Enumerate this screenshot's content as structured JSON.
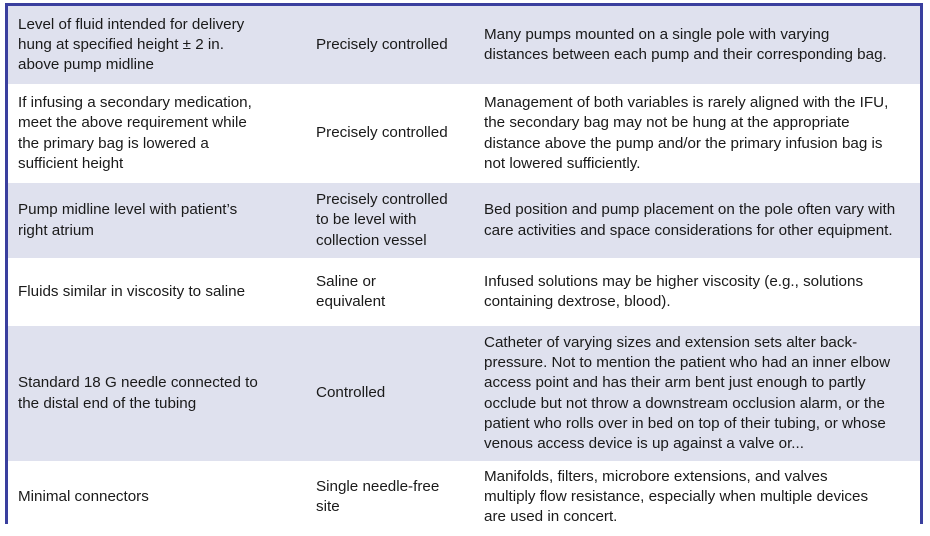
{
  "document": {
    "type": "comparison-table",
    "border_color": "#3a3f9e",
    "shaded_row_color": "#dfe1ee",
    "plain_row_color": "#ffffff",
    "text_color": "#1a1a1a"
  },
  "table": {
    "columns": [
      {
        "key": "requirement",
        "name": "requirement-column"
      },
      {
        "key": "control",
        "name": "control-column"
      },
      {
        "key": "reality",
        "name": "reality-column"
      }
    ],
    "rows": [
      {
        "shaded": true,
        "requirement": "Level of fluid intended for delivery\nhung at specified height ± 2 in.\nabove pump midline",
        "control": "Precisely controlled",
        "reality": "Many pumps mounted on a single pole with varying\ndistances between each pump and their corresponding bag."
      },
      {
        "shaded": false,
        "requirement": "If infusing a secondary medication,\nmeet the above requirement while\nthe primary bag is lowered a\nsufficient height",
        "control": "Precisely controlled",
        "reality": "Management of both variables is rarely aligned with the IFU,\nthe secondary bag may not be hung at the appropriate\ndistance above the pump and/or the primary infusion bag is\nnot lowered sufficiently."
      },
      {
        "shaded": true,
        "requirement": "Pump midline level with patient’s\nright atrium",
        "control": "Precisely controlled\nto be level with\ncollection vessel",
        "reality": "Bed position and pump placement on the pole often vary with\ncare activities and space considerations for other equipment."
      },
      {
        "shaded": false,
        "requirement": "Fluids similar in viscosity to saline",
        "control": "Saline or\nequivalent",
        "reality": "Infused solutions may be higher viscosity (e.g., solutions\ncontaining dextrose, blood)."
      },
      {
        "shaded": true,
        "requirement": "Standard 18 G needle connected to\nthe distal end of the tubing",
        "control": "Controlled",
        "reality": "Catheter of varying sizes and extension sets alter back-\npressure. Not to mention the patient who had an inner elbow\naccess point and has their arm bent just enough to partly\nocclude but not throw a downstream occlusion alarm, or the\npatient who rolls over in bed on top of their tubing, or whose\nvenous access device is up against a valve or..."
      },
      {
        "shaded": false,
        "requirement": "Minimal connectors",
        "control": "Single needle-free\nsite",
        "reality": "Manifolds, filters, microbore extensions, and valves\nmultiply flow resistance, especially when multiple devices\nare used in concert."
      }
    ]
  }
}
